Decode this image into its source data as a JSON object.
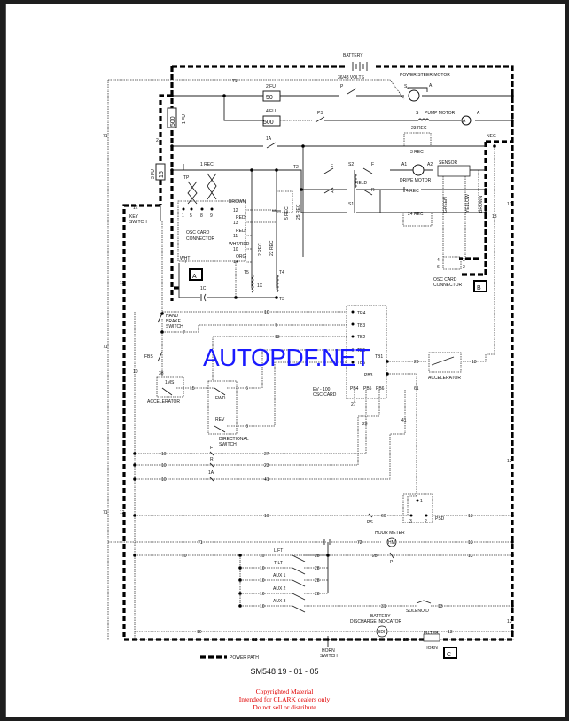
{
  "document": {
    "type": "wiring-schematic",
    "doc_code": "SM548  19 - 01 - 05",
    "watermark": "AUTOPDF.NET",
    "copyright": [
      "Copyrighted Material",
      "Intended for CLARK dealers only",
      "Do not sell or distribute"
    ],
    "legend": {
      "power_path": "POWER PATH"
    }
  },
  "components": {
    "battery": {
      "label": "BATTERY",
      "voltage": "36/48 VOLTS"
    },
    "power_steer_motor": {
      "label": "POWER STEER MOTOR",
      "s": "S",
      "a": "A"
    },
    "pump_motor": {
      "label": "PUMP MOTOR",
      "s": "S",
      "a": "A"
    },
    "fuse_1": {
      "label": "1 FU",
      "rating": "500"
    },
    "fuse_2": {
      "label": "2 FU",
      "rating": "50"
    },
    "fuse_3": {
      "label": "3 FU",
      "rating": "15"
    },
    "fuse_4": {
      "label": "4 FU",
      "rating": "500"
    },
    "contact_p": "P",
    "contact_ps": "PS",
    "contact_1a": "1A",
    "rec_23": "23 REC",
    "rec_3": "3 REC",
    "neg": "NEG",
    "rec_1": "1 REC",
    "tp": "TP",
    "t2": "T2",
    "drive_motor": {
      "label": "DRIVE MOTOR",
      "a1": "A1",
      "a2": "A2"
    },
    "sensor": "SENSOR",
    "field": {
      "label": "FIELD",
      "s2": "S2",
      "s1": "S1"
    },
    "contact_f": "F",
    "contact_r": "R",
    "rec_4": "4 REC",
    "rec_24": "24 REC",
    "rec_5": "5 REC",
    "rec_25": "25 REC",
    "rec_2": "2 REC",
    "rec_22": "22 REC",
    "sensor_wires": [
      "GREEN",
      "YELLOW",
      "BROWN"
    ],
    "osc_card_connector_a": {
      "label": [
        "OSC CARD",
        "CONNECTOR"
      ],
      "section": "A",
      "pins_top": [
        "1",
        "5",
        "8",
        "9"
      ],
      "pins_right": [
        "12",
        "13",
        "11",
        "10",
        "14"
      ],
      "pin_left": "7",
      "wire_colors": [
        "BROWN",
        "RED",
        "RED",
        "WHT/RED",
        "ORG",
        "WHT"
      ]
    },
    "osc_card_connector_b": {
      "label": [
        "OSC CARD",
        "CONNECTOR"
      ],
      "section": "B",
      "pins": [
        "4",
        "3",
        "6",
        "2"
      ]
    },
    "key_switch": {
      "label": [
        "KEY",
        "SWITCH"
      ],
      "wire": "12"
    },
    "capacitor_1c": "1C",
    "choke_1x": "1X",
    "terminals": [
      "T5",
      "T4",
      "T3"
    ],
    "hand_brake_switch": [
      "HAND",
      "BRAKE",
      "SWITCH"
    ],
    "fbs": "FBS",
    "accelerator_1ms": {
      "label": "ACCELERATOR",
      "switch": "1MS",
      "wire_in": "38",
      "wire_out": "15"
    },
    "directional_switch": {
      "label": [
        "DIRECTIONAL",
        "SWITCH"
      ],
      "fwd": "FWD",
      "rev": "REV",
      "wire_fwd": "6",
      "wire_rev": "8"
    },
    "ev100_osc_card": {
      "label": [
        "EV - 100",
        "OSC CARD"
      ],
      "terminals_left": [
        "TR4",
        "TB3",
        "TB2",
        "TB5",
        "TB6"
      ],
      "terminals_right": [
        "TB1",
        "PB3"
      ],
      "terminals_bottom": [
        "PB4",
        "PB5",
        "PB6"
      ]
    },
    "accelerator_pot": {
      "label": "ACCELERATOR",
      "wire_in": "29",
      "wire_out": "13"
    },
    "psd": {
      "label": "PSD",
      "pins": [
        "1",
        "3",
        "2"
      ]
    },
    "hour_meter": {
      "label": "HOUR METER",
      "symbol": "HM"
    },
    "valve_switches": [
      "LIFT",
      "TILT",
      "AUX 1",
      "AUX 2",
      "AUX 3"
    ],
    "solenoid": "SOLENOID",
    "battery_discharge_indicator": {
      "label": [
        "BATTERY",
        "DISCHARGE INDICATOR"
      ],
      "symbol": "BDI"
    },
    "filter": "FILTER",
    "horn": "HORN",
    "horn_switch": [
      "HORN",
      "SWITCH"
    ],
    "section_c": "C"
  },
  "wires": {
    "w2": "2",
    "w7": "7",
    "w10": "10",
    "w12": "12",
    "w13": "13",
    "w15": "15",
    "w6": "6",
    "w8": "8",
    "w23": "23",
    "w25": "25",
    "w26": "26",
    "w27": "27",
    "w28": "28",
    "w29": "29",
    "w31": "31",
    "w38": "38",
    "w41": "41",
    "w60": "60",
    "w61": "61",
    "w71": "71",
    "w72": "72"
  },
  "ladder_rows": {
    "r1": {
      "left": "10",
      "contact": "F",
      "right": "27"
    },
    "r2": {
      "left": "10",
      "contact": "R",
      "right": "23"
    },
    "r3": {
      "left": "10",
      "contact": "1A",
      "right": "41"
    },
    "r4": {
      "left": "10",
      "contact": "PS",
      "mid": "60",
      "right": "13"
    },
    "r5": {
      "left": "71",
      "mid": "72",
      "right": "13"
    },
    "r6": {
      "left": "10",
      "mid": "28",
      "contact": "P",
      "right": "13"
    }
  }
}
